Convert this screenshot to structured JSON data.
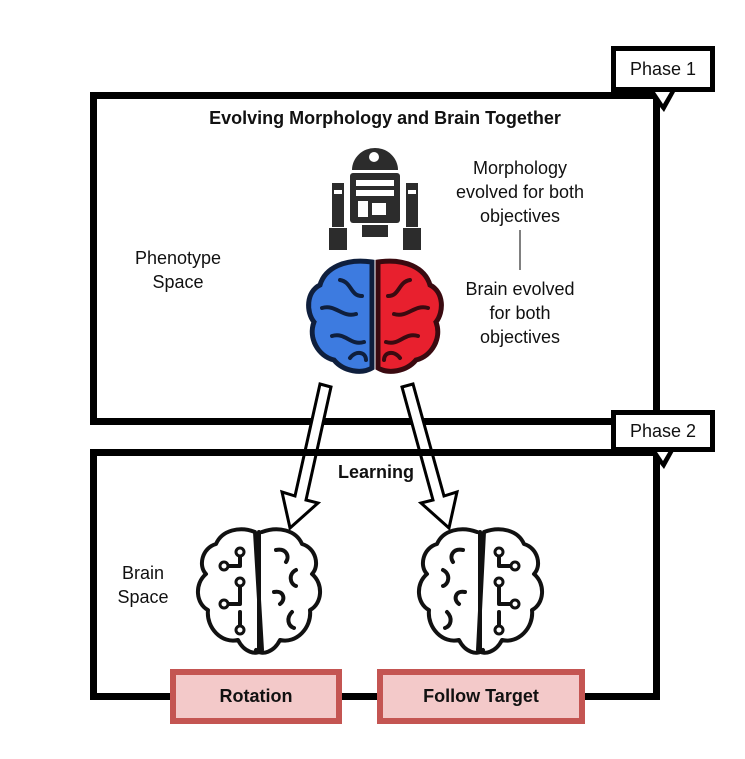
{
  "phase1": {
    "tab_label": "Phase 1",
    "title": "Evolving Morphology and Brain Together",
    "phenotype_label": "Phenotype\nSpace",
    "morphology_note": "Morphology\nevolved for both\nobjectives",
    "brain_note": "Brain evolved\nfor both\nobjectives",
    "icons": [
      "robot-icon",
      "brain-icon"
    ],
    "colors": {
      "brain_left": "#3d7be0",
      "brain_right": "#e8202e"
    }
  },
  "phase2": {
    "tab_label": "Phase 2",
    "title": "Learning",
    "brain_space_label": "Brain\nSpace",
    "tasks": [
      {
        "label": "Rotation"
      },
      {
        "label": "Follow Target"
      }
    ],
    "colors": {
      "task_fill": "#f3c9c9",
      "task_border": "#c45552"
    }
  }
}
